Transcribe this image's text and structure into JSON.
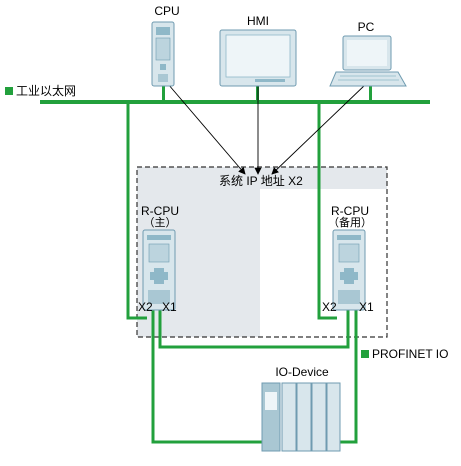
{
  "diagram": {
    "devices": {
      "cpu_label": "CPU",
      "hmi_label": "HMI",
      "pc_label": "PC",
      "rcpu_primary_label": "R-CPU",
      "rcpu_primary_role": "（主）",
      "rcpu_backup_label": "R-CPU",
      "rcpu_backup_role": "（备用）",
      "io_device_label": "IO-Device"
    },
    "networks": {
      "industrial_ethernet": "工业以太网",
      "profinet_io": "PROFINET IO"
    },
    "system_ip_label": "系统  IP  地址  X2",
    "ports": {
      "primary_x2": "X2",
      "primary_x1": "X1",
      "backup_x2": "X2",
      "backup_x1": "X1"
    },
    "colors": {
      "network_green": "#22a03c",
      "device_blue": "#8fb8c8",
      "device_body": "#d8e6ec",
      "shade_gray": "#e4e8ec",
      "dashed_border": "#333333"
    }
  }
}
